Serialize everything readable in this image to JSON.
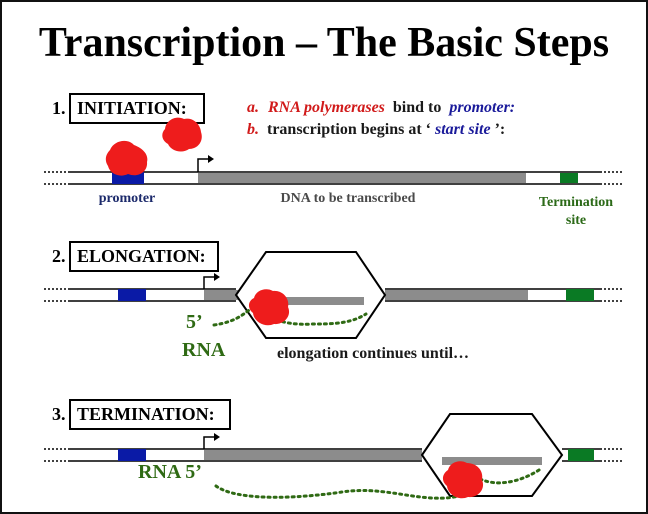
{
  "title": "Transcription – The Basic Steps",
  "steps": [
    {
      "number": "1.",
      "name": "INITIATION:"
    },
    {
      "number": "2.",
      "name": "ELONGATION:"
    },
    {
      "number": "3.",
      "name": "TERMINATION:"
    }
  ],
  "initiation_notes": {
    "line_a": {
      "marker": "a.",
      "italic_red": "RNA polymerases",
      "plain": " bind to ",
      "italic_blue": "promoter:"
    },
    "line_b": {
      "marker": "b.",
      "plain": " transcription begins at ‘",
      "italic_blue": "start site",
      "end": "’:"
    }
  },
  "dna_labels": {
    "promoter": "promoter",
    "transcribed": "DNA to be transcribed",
    "termination_line1": "Termination",
    "termination_line2": "site"
  },
  "elongation": {
    "five_prime": "5’",
    "rna": "RNA",
    "continues": "elongation continues until…"
  },
  "termination": {
    "rna_5": "RNA 5’"
  },
  "colors": {
    "polymerase": "#ee1c1c",
    "promoter": "#0a1aa6",
    "termination_site": "#0a7a24",
    "transcribed_dna": "#8c8c8c",
    "rna": "#2f6a14",
    "red_text": "#d11a1a",
    "blue_text": "#1a1a9a",
    "label_navy": "#1c2a6b",
    "label_green": "#2c6a18"
  },
  "icons": [
    "rna-polymerase-blob",
    "start-site-arrow",
    "transcription-bubble",
    "rna-strand"
  ]
}
